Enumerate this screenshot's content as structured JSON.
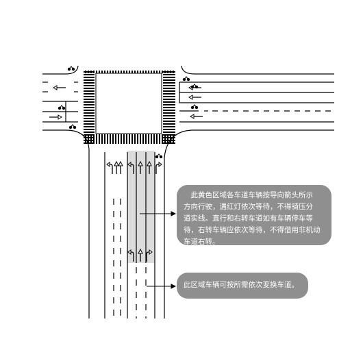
{
  "callouts": [
    {
      "text": "　此黄色区域各车道车辆按导向箭头所示\n方向行驶，遇红灯依次等待，不得骑压分\n道实线。直行和右转车道如有车辆停车等\n待，右转车辆应依次等待，不得借用非机动\n车道右转。"
    },
    {
      "text": "此区域车辆可按所需依次变换车道。"
    }
  ],
  "colors": {
    "road_line": "#000000",
    "yellow_zone_fill": "#dcdcdc",
    "callout_bg": "#8f8f8f",
    "callout_text": "#ffffff"
  },
  "icons": {
    "bicycle": "bicycle-icon",
    "lane_arrow": "lane-arrow-icon",
    "zebra": "pedestrian-crosswalk"
  }
}
